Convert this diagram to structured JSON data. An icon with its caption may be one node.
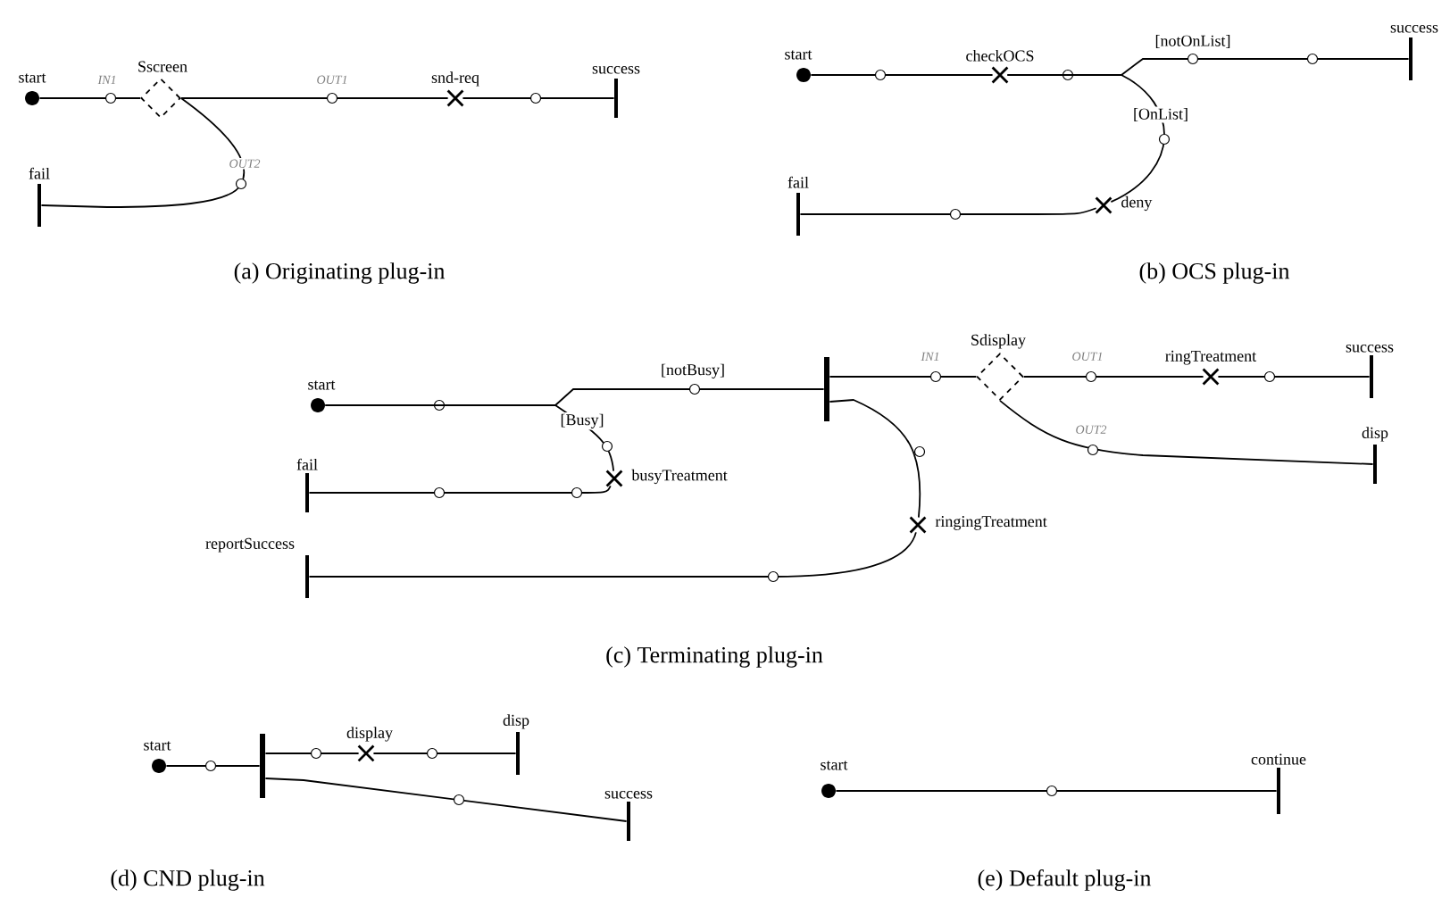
{
  "diagram": {
    "nodes": [
      {
        "text": [
          "start"
        ]
      },
      {
        "text": [
          "Sscreen"
        ]
      },
      {
        "text": [
          "snd-req"
        ]
      },
      {
        "text": [
          "success"
        ]
      },
      {
        "text": [
          "fail"
        ]
      },
      {
        "text": [
          "start"
        ]
      },
      {
        "text": [
          "checkOCS"
        ]
      },
      {
        "text": [
          "success"
        ]
      },
      {
        "text": [
          "deny"
        ]
      },
      {
        "text": [
          "fail"
        ]
      },
      {
        "text": [
          "start"
        ]
      },
      {
        "text": [
          "busyTreatment"
        ]
      },
      {
        "text": [
          "fail"
        ]
      },
      {
        "text": [],
        "shape": "bar"
      },
      {
        "text": [
          "Sdisplay"
        ]
      },
      {
        "text": [
          "ringTreatment"
        ]
      },
      {
        "text": [
          "success"
        ]
      },
      {
        "text": [
          "disp"
        ]
      },
      {
        "text": [
          "ringingTreatment"
        ]
      },
      {
        "text": [
          "reportSuccess"
        ]
      },
      {
        "text": [
          "start"
        ]
      },
      {
        "text": [],
        "shape": "bar"
      },
      {
        "text": [
          "display"
        ]
      },
      {
        "text": [
          "disp"
        ]
      },
      {
        "text": [
          "success"
        ]
      },
      {
        "text": [
          "start"
        ]
      },
      {
        "text": [
          "continue"
        ]
      }
    ],
    "edges": [
      {
        "from": 0,
        "to": 1,
        "arrow": "none",
        "label": "IN1"
      },
      {
        "from": 1,
        "to": 2,
        "arrow": "none",
        "label": "OUT1"
      },
      {
        "from": 2,
        "to": 3,
        "arrow": "none"
      },
      {
        "from": 1,
        "to": 4,
        "arrow": "none",
        "label": "OUT2"
      },
      {
        "from": 5,
        "to": 6,
        "arrow": "none"
      },
      {
        "from": 6,
        "to": 7,
        "arrow": "none",
        "label": "[notOnList]"
      },
      {
        "from": 6,
        "to": 8,
        "arrow": "none",
        "label": "[OnList]"
      },
      {
        "from": 8,
        "to": 9,
        "arrow": "none"
      },
      {
        "from": 10,
        "to": 13,
        "arrow": "none",
        "label": "[notBusy]"
      },
      {
        "from": 10,
        "to": 11,
        "arrow": "none",
        "label": "[Busy]"
      },
      {
        "from": 11,
        "to": 12,
        "arrow": "none"
      },
      {
        "from": 13,
        "to": 14,
        "arrow": "none",
        "label": "IN1"
      },
      {
        "from": 14,
        "to": 15,
        "arrow": "none",
        "label": "OUT1"
      },
      {
        "from": 15,
        "to": 16,
        "arrow": "none"
      },
      {
        "from": 14,
        "to": 17,
        "arrow": "none",
        "label": "OUT2"
      },
      {
        "from": 13,
        "to": 18,
        "arrow": "none"
      },
      {
        "from": 18,
        "to": 19,
        "arrow": "none"
      },
      {
        "from": 20,
        "to": 21,
        "arrow": "none"
      },
      {
        "from": 21,
        "to": 22,
        "arrow": "none"
      },
      {
        "from": 22,
        "to": 23,
        "arrow": "none"
      },
      {
        "from": 21,
        "to": 24,
        "arrow": "none"
      },
      {
        "from": 25,
        "to": 26,
        "arrow": "none"
      }
    ],
    "labels": [
      "(a) Originating plug-in",
      "(b) OCS plug-in",
      "(c) Terminating plug-in",
      "(d) CND plug-in",
      "(e) Default plug-in"
    ]
  }
}
